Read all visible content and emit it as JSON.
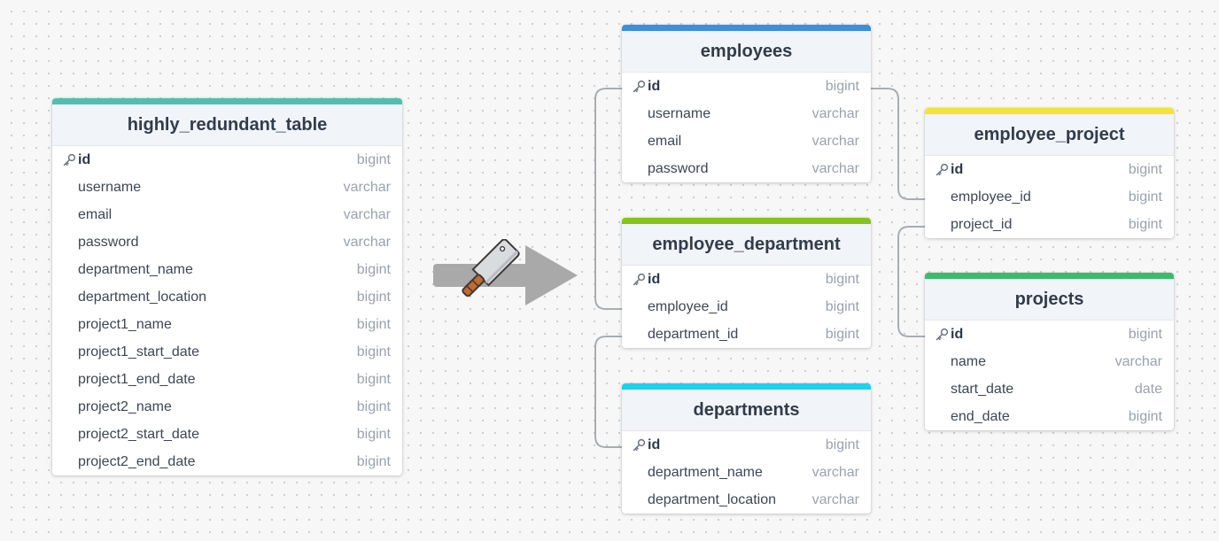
{
  "colors": {
    "highly_redundant_table": "#4fc0b0",
    "employees": "#3b8fdc",
    "employee_department": "#84c41f",
    "departments": "#1fd0ec",
    "employee_project": "#f4e33a",
    "projects": "#3cba6b",
    "connector": "#a8adb4",
    "arrow": "#a9a9a9"
  },
  "icons": {
    "primary_key": "key-icon",
    "transform_arrow": "arrow-right-icon",
    "cleaver": "cleaver-icon"
  },
  "tables": {
    "highly_redundant_table": {
      "title": "highly_redundant_table",
      "columns": [
        {
          "name": "id",
          "type": "bigint",
          "pk": true
        },
        {
          "name": "username",
          "type": "varchar"
        },
        {
          "name": "email",
          "type": "varchar"
        },
        {
          "name": "password",
          "type": "varchar"
        },
        {
          "name": "department_name",
          "type": "bigint"
        },
        {
          "name": "department_location",
          "type": "bigint"
        },
        {
          "name": "project1_name",
          "type": "bigint"
        },
        {
          "name": "project1_start_date",
          "type": "bigint"
        },
        {
          "name": "project1_end_date",
          "type": "bigint"
        },
        {
          "name": "project2_name",
          "type": "bigint"
        },
        {
          "name": "project2_start_date",
          "type": "bigint"
        },
        {
          "name": "project2_end_date",
          "type": "bigint"
        }
      ]
    },
    "employees": {
      "title": "employees",
      "columns": [
        {
          "name": "id",
          "type": "bigint",
          "pk": true
        },
        {
          "name": "username",
          "type": "varchar"
        },
        {
          "name": "email",
          "type": "varchar"
        },
        {
          "name": "password",
          "type": "varchar"
        }
      ]
    },
    "employee_department": {
      "title": "employee_department",
      "columns": [
        {
          "name": "id",
          "type": "bigint",
          "pk": true
        },
        {
          "name": "employee_id",
          "type": "bigint"
        },
        {
          "name": "department_id",
          "type": "bigint"
        }
      ]
    },
    "departments": {
      "title": "departments",
      "columns": [
        {
          "name": "id",
          "type": "bigint",
          "pk": true
        },
        {
          "name": "department_name",
          "type": "varchar"
        },
        {
          "name": "department_location",
          "type": "varchar"
        }
      ]
    },
    "employee_project": {
      "title": "employee_project",
      "columns": [
        {
          "name": "id",
          "type": "bigint",
          "pk": true
        },
        {
          "name": "employee_id",
          "type": "bigint"
        },
        {
          "name": "project_id",
          "type": "bigint"
        }
      ]
    },
    "projects": {
      "title": "projects",
      "columns": [
        {
          "name": "id",
          "type": "bigint",
          "pk": true
        },
        {
          "name": "name",
          "type": "varchar"
        },
        {
          "name": "start_date",
          "type": "date"
        },
        {
          "name": "end_date",
          "type": "bigint"
        }
      ]
    }
  }
}
